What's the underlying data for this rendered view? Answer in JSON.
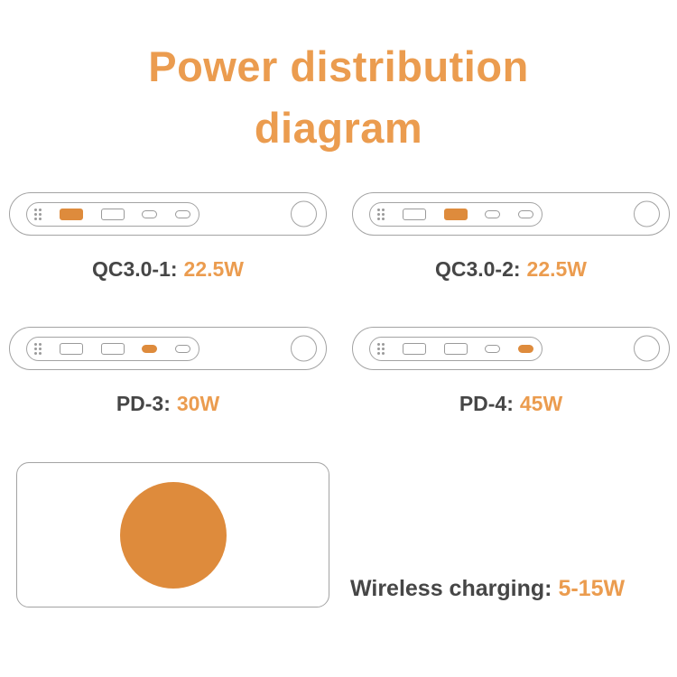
{
  "title": {
    "line1": "Power distribution",
    "line2": "diagram"
  },
  "colors": {
    "accent": "#EB9C4F",
    "port_fill": "#DE8B3C",
    "outline": "#A3A3A3",
    "label": "#464646"
  },
  "devices": [
    {
      "label": "QC3.0-1:",
      "value": "22.5W",
      "highlight": 0
    },
    {
      "label": "QC3.0-2:",
      "value": "22.5W",
      "highlight": 1
    },
    {
      "label": "PD-3:",
      "value": "30W",
      "highlight": 2
    },
    {
      "label": "PD-4:",
      "value": "45W",
      "highlight": 3
    }
  ],
  "wireless": {
    "label": "Wireless charging:",
    "value": "5-15W"
  }
}
